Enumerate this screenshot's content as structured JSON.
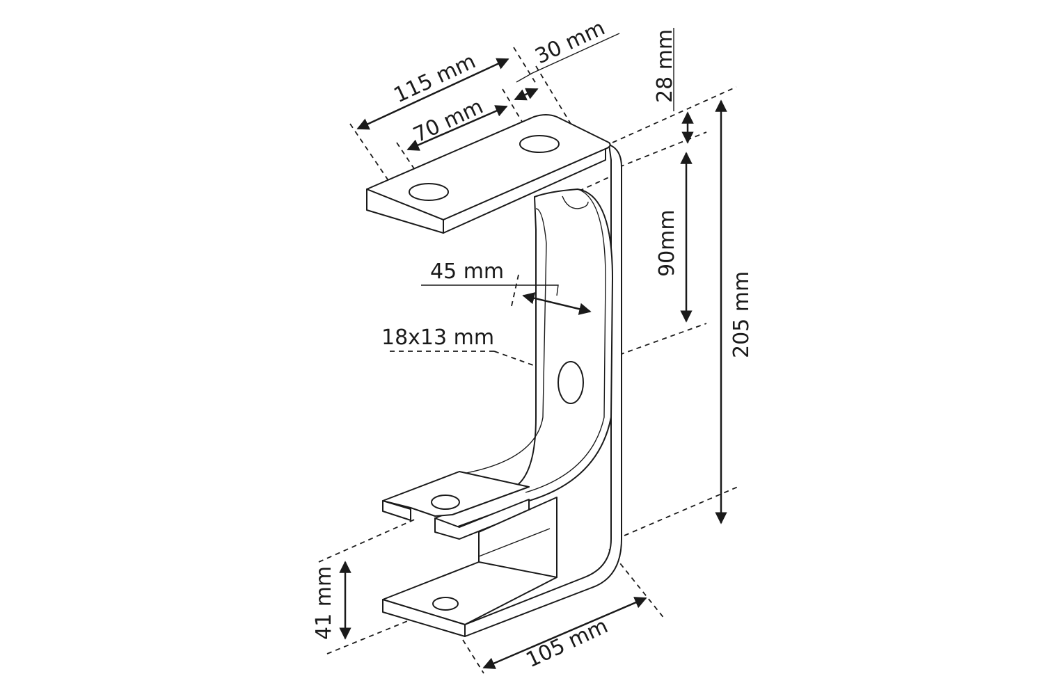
{
  "title": "Bracket dimensions drawing",
  "dimensions": {
    "overall_width": "115 mm",
    "hole_spacing": "70 mm",
    "plate_depth": "30 mm",
    "top_offset": "28 mm",
    "upper_span": "90mm",
    "total_height": "205 mm",
    "rod_diameter": "45 mm",
    "slot_size": "18x13 mm",
    "bottom_offset": "41 mm",
    "base_width": "105 mm"
  },
  "line_color": "#1a1a1a"
}
